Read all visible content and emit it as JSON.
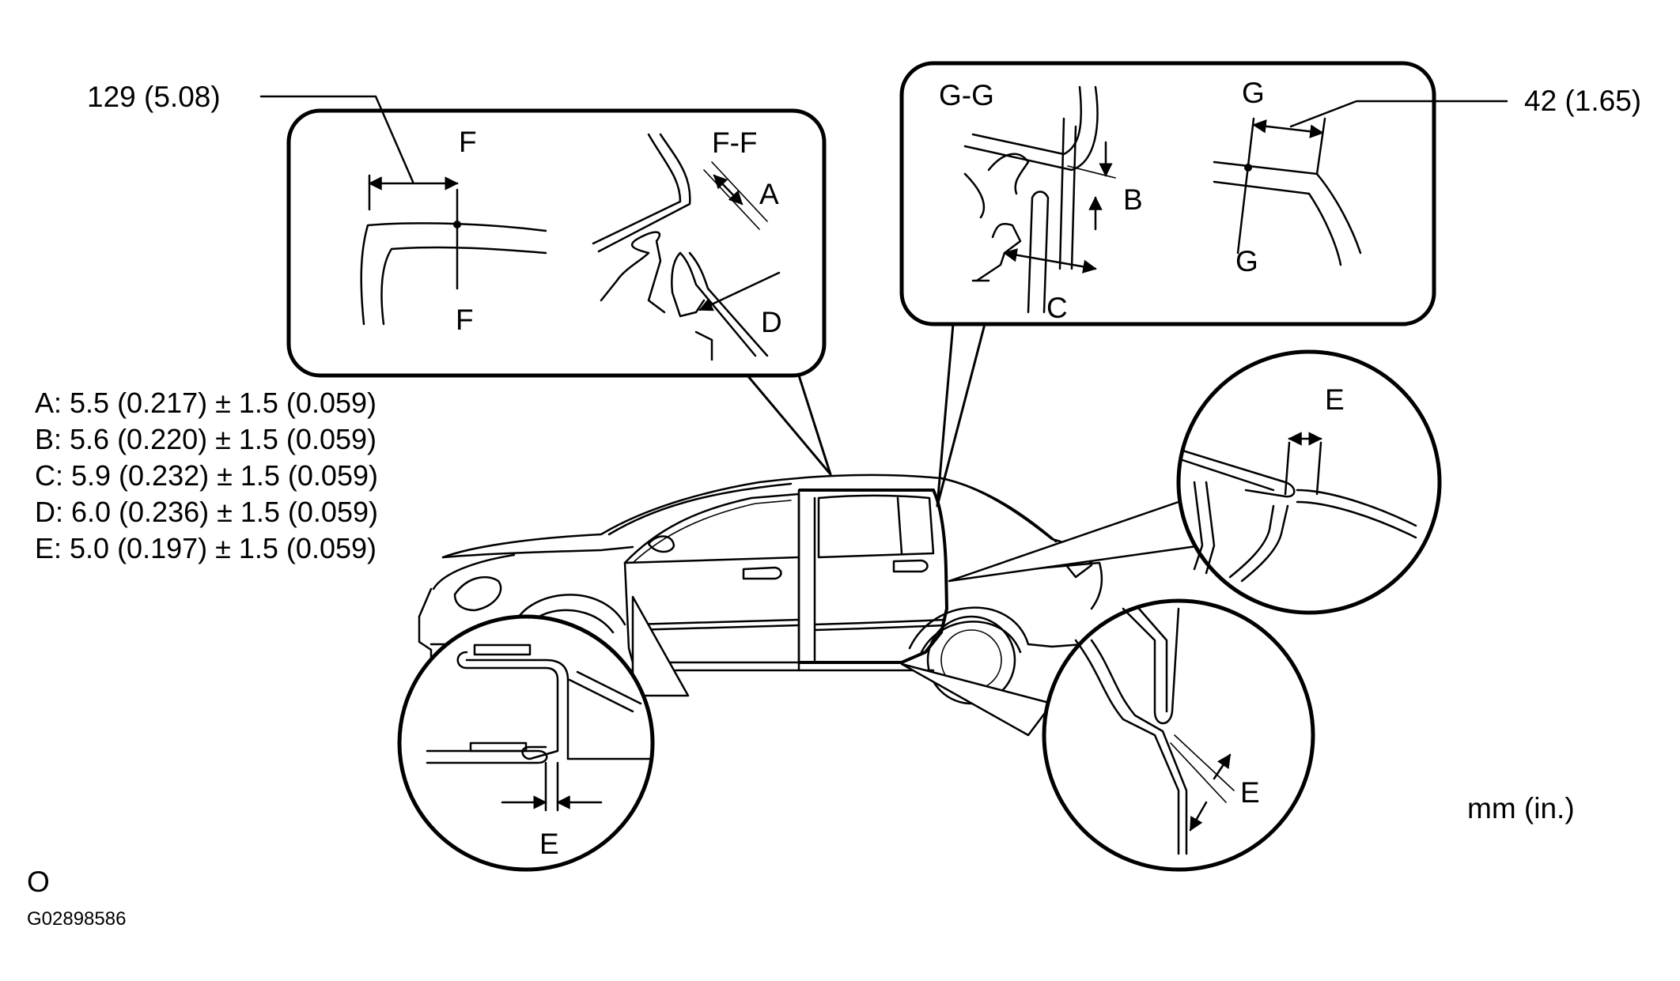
{
  "dimensions": {
    "f_width": "129 (5.08)",
    "g_width": "42 (1.65)"
  },
  "section_labels": {
    "f_top": "F",
    "f_bottom": "F",
    "f_section": "F-F",
    "g_top": "G",
    "g_bottom": "G",
    "g_section": "G-G"
  },
  "gap_letters": {
    "a": "A",
    "b": "B",
    "c": "C",
    "d": "D",
    "e_rear": "E",
    "e_front_sill": "E",
    "e_rear_sill": "E"
  },
  "specs": [
    "A: 5.5 (0.217) ± 1.5 (0.059)",
    "B: 5.6 (0.220) ± 1.5 (0.059)",
    "C: 5.9 (0.232) ± 1.5 (0.059)",
    "D: 6.0 (0.236) ± 1.5 (0.059)",
    "E: 5.0 (0.197) ± 1.5 (0.059)"
  ],
  "units": "mm (in.)",
  "corner_mark": "O",
  "figure_code": "G02898586"
}
